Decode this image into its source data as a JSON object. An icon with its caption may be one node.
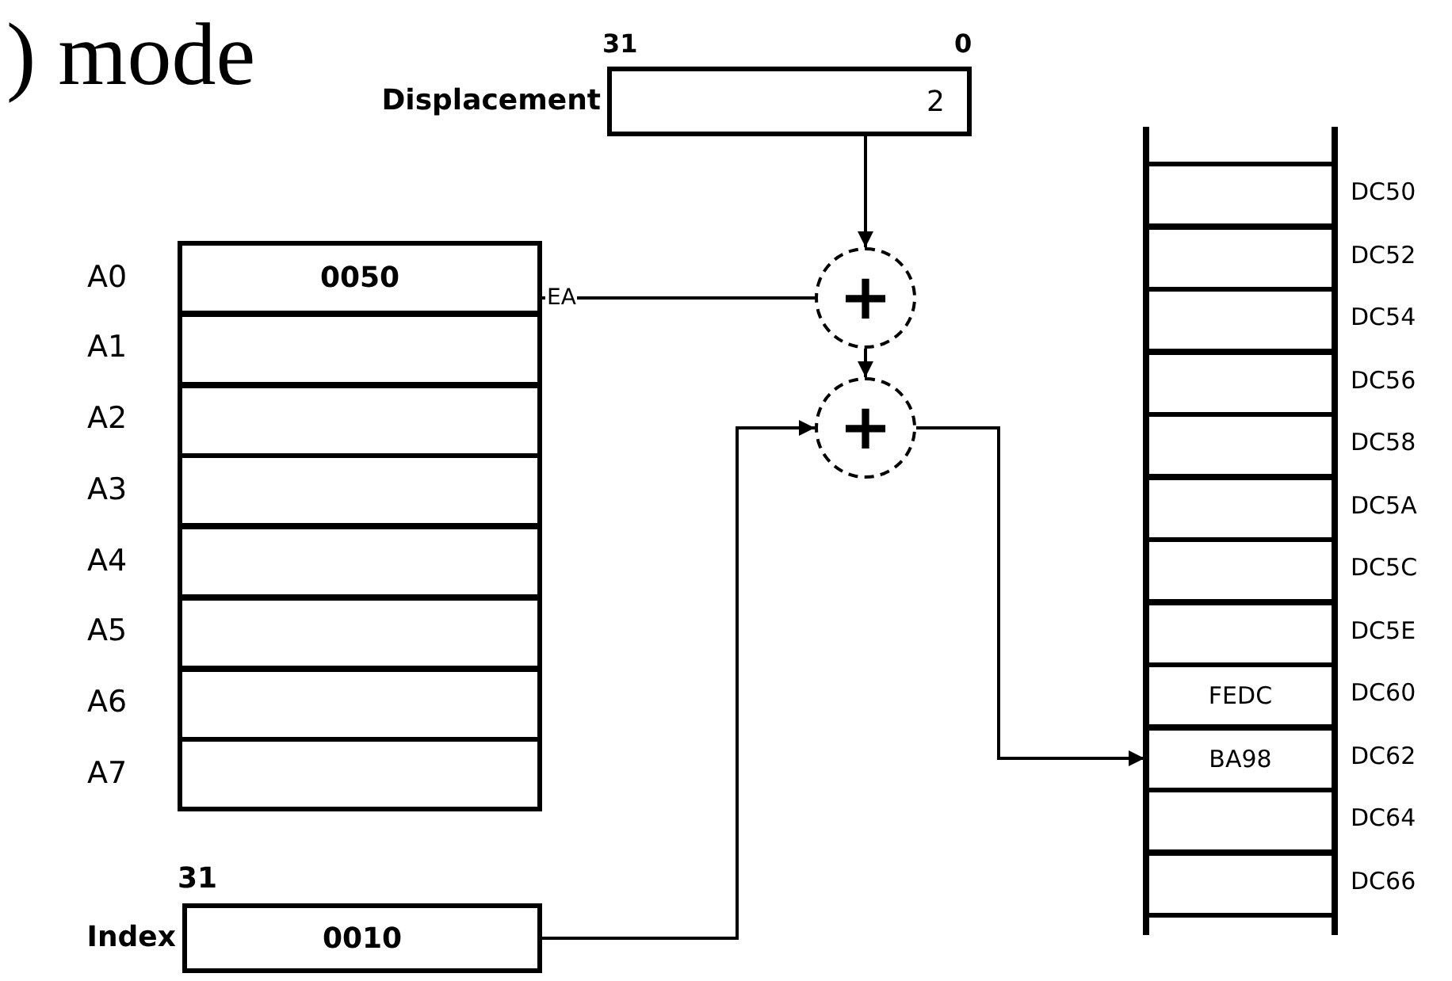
{
  "diagram": {
    "title": ") mode",
    "nodes": [
      {
        "text": [
          "2"
        ],
        "beside": [
          "Displacement"
        ]
      },
      {
        "text": [
          "0050"
        ],
        "beside": [
          "A0"
        ]
      },
      {
        "text": [],
        "shape": "box",
        "beside": [
          "A1"
        ]
      },
      {
        "text": [],
        "shape": "box",
        "beside": [
          "A2"
        ]
      },
      {
        "text": [],
        "shape": "box",
        "beside": [
          "A3"
        ]
      },
      {
        "text": [],
        "shape": "box",
        "beside": [
          "A4"
        ]
      },
      {
        "text": [],
        "shape": "box",
        "beside": [
          "A5"
        ]
      },
      {
        "text": [],
        "shape": "box",
        "beside": [
          "A6"
        ]
      },
      {
        "text": [],
        "shape": "box",
        "beside": [
          "A7"
        ]
      },
      {
        "text": [
          "+"
        ]
      },
      {
        "text": [
          "+"
        ]
      },
      {
        "text": [
          "0010"
        ],
        "beside": [
          "Index"
        ]
      },
      {
        "text": [],
        "shape": "box",
        "beside": [
          "DC50"
        ]
      },
      {
        "text": [],
        "shape": "box",
        "beside": [
          "DC52"
        ]
      },
      {
        "text": [],
        "shape": "box",
        "beside": [
          "DC54"
        ]
      },
      {
        "text": [],
        "shape": "box",
        "beside": [
          "DC56"
        ]
      },
      {
        "text": [],
        "shape": "box",
        "beside": [
          "DC58"
        ]
      },
      {
        "text": [],
        "shape": "box",
        "beside": [
          "DC5A"
        ]
      },
      {
        "text": [],
        "shape": "box",
        "beside": [
          "DC5C"
        ]
      },
      {
        "text": [],
        "shape": "box",
        "beside": [
          "DC5E"
        ]
      },
      {
        "text": [
          "FEDC"
        ],
        "beside": [
          "DC60"
        ]
      },
      {
        "text": [
          "BA98"
        ],
        "beside": [
          "DC62"
        ]
      },
      {
        "text": [],
        "shape": "box",
        "beside": [
          "DC64"
        ]
      },
      {
        "text": [],
        "shape": "box",
        "beside": [
          "DC66"
        ]
      }
    ],
    "edges": [
      {
        "from": 0,
        "to": 9,
        "arrow": "to"
      },
      {
        "from": 1,
        "to": 9,
        "arrow": "none",
        "label": "EA"
      },
      {
        "from": 9,
        "to": 10,
        "arrow": "to"
      },
      {
        "from": 11,
        "to": 10,
        "arrow": "to"
      },
      {
        "from": 10,
        "to": 21,
        "arrow": "to"
      }
    ],
    "labels": [
      "31",
      "0",
      "31"
    ]
  }
}
